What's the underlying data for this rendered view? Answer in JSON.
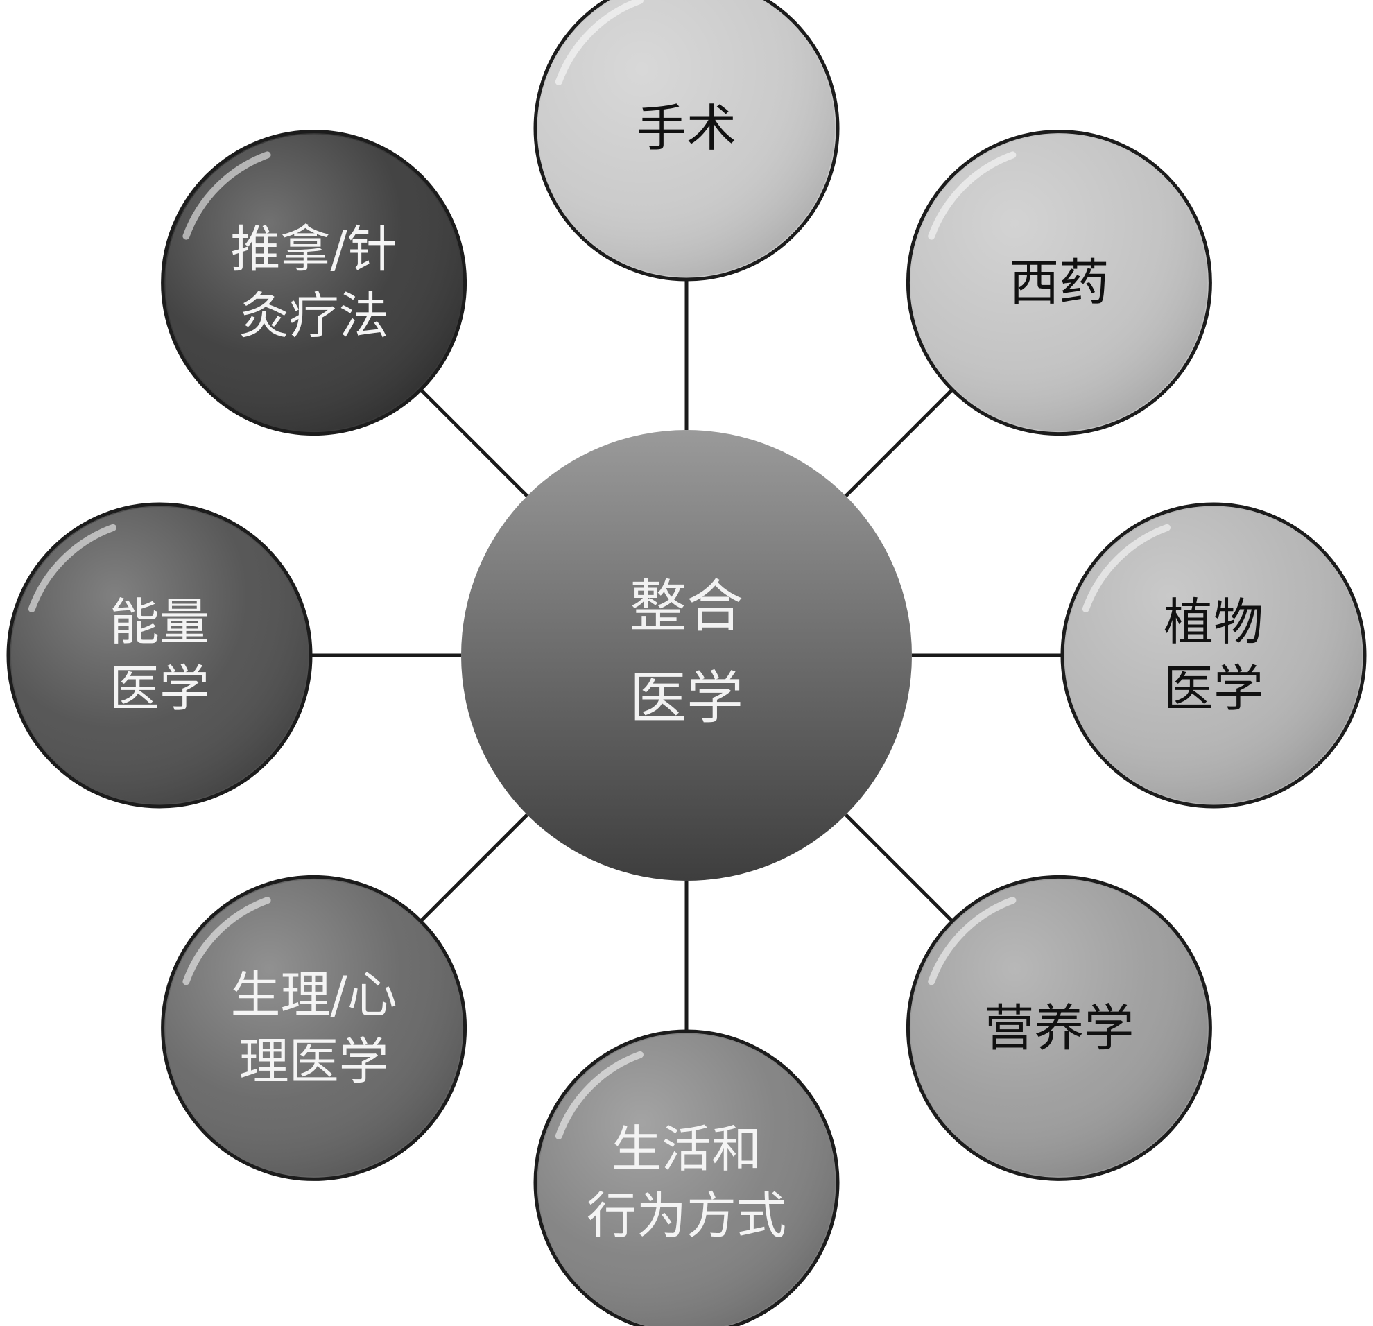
{
  "center": {
    "lines": [
      "整合",
      "医学"
    ],
    "fill_top": "#9a9a9a",
    "fill_bottom": "#3e3e3e",
    "text_color": "#f2f2f2"
  },
  "nodes": [
    {
      "id": "surgery",
      "lines": [
        "手术"
      ],
      "fill": "#c9c9c9",
      "text_color": "#111111"
    },
    {
      "id": "western-medicine",
      "lines": [
        "西药"
      ],
      "fill": "#c2c2c2",
      "text_color": "#111111"
    },
    {
      "id": "botanical-medicine",
      "lines": [
        "植物",
        "医学"
      ],
      "fill": "#b4b4b4",
      "text_color": "#111111"
    },
    {
      "id": "nutrition",
      "lines": [
        "营养学"
      ],
      "fill": "#9c9c9c",
      "text_color": "#111111"
    },
    {
      "id": "lifestyle-behavior",
      "lines": [
        "生活和",
        "行为方式"
      ],
      "fill": "#808080",
      "text_color": "#f4f4f4"
    },
    {
      "id": "mind-body-medicine",
      "lines": [
        "生理/心",
        "理医学"
      ],
      "fill": "#666666",
      "text_color": "#f4f4f4"
    },
    {
      "id": "energy-medicine",
      "lines": [
        "能量",
        "医学"
      ],
      "fill": "#4f4f4f",
      "text_color": "#f4f4f4"
    },
    {
      "id": "massage-acupuncture",
      "lines": [
        "推拿/针",
        "灸疗法"
      ],
      "fill": "#3a3a3a",
      "text_color": "#f4f4f4"
    }
  ]
}
